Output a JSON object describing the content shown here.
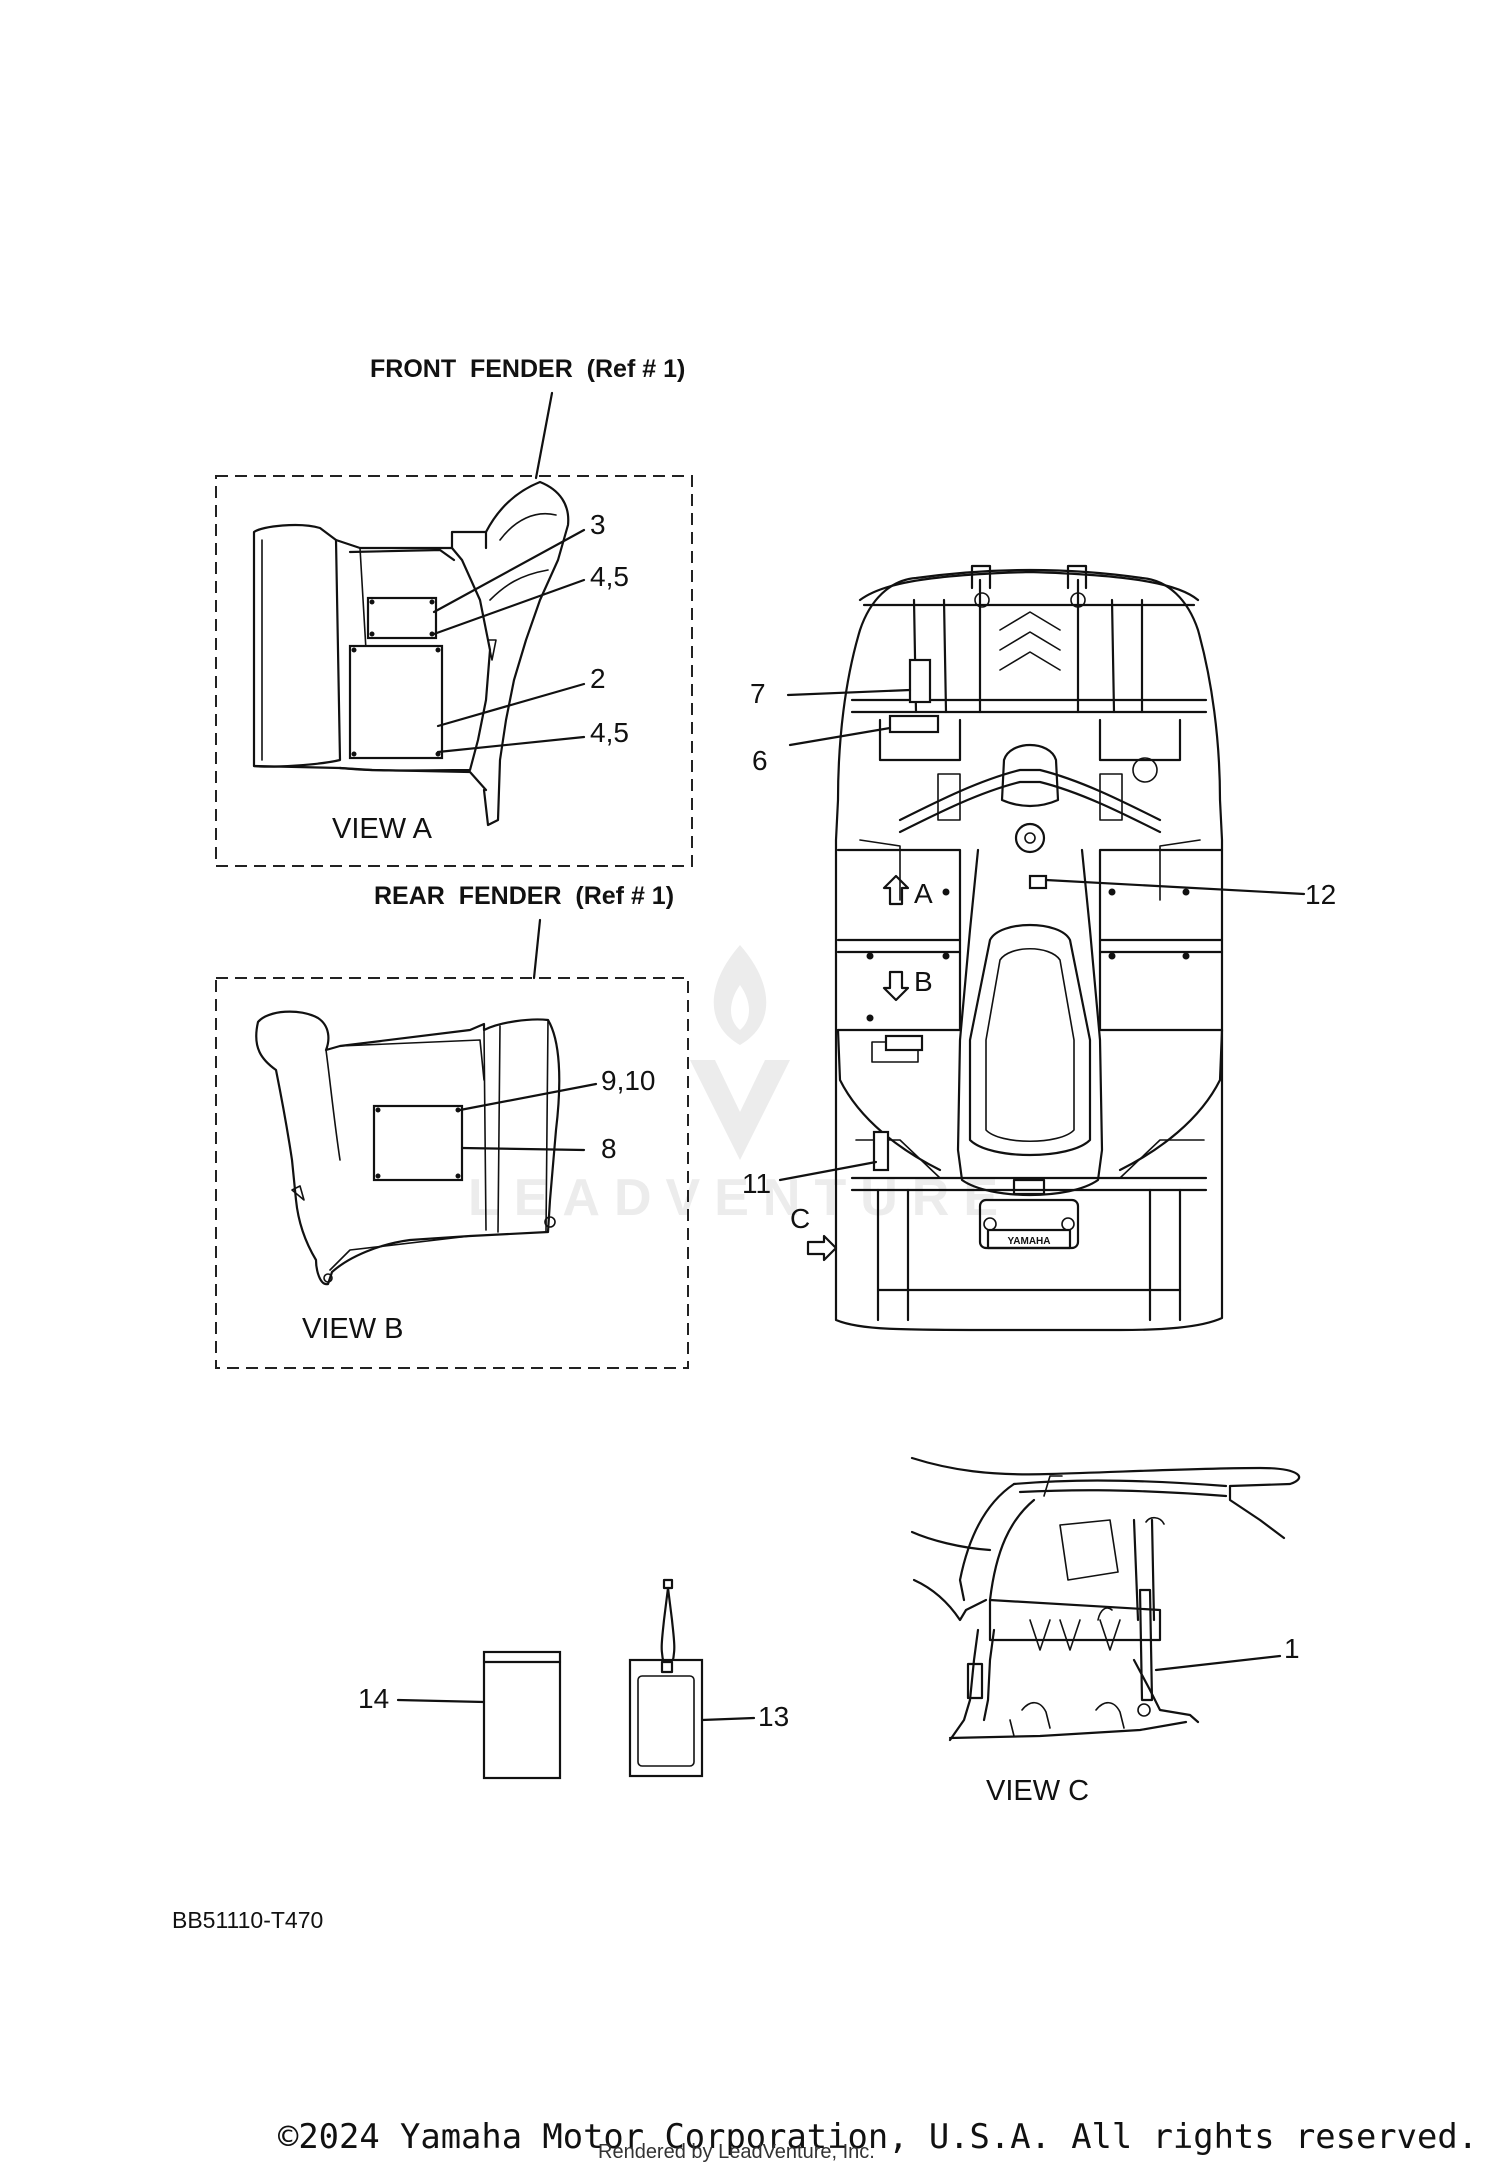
{
  "diagram": {
    "code": "BB51110-T470",
    "headings": {
      "front_fender": "FRONT  FENDER  (Ref # 1)",
      "rear_fender": "REAR  FENDER  (Ref # 1)"
    },
    "views": {
      "a": "VIEW A",
      "b": "VIEW B",
      "c": "VIEW C"
    },
    "view_markers": {
      "a": "A",
      "b": "B",
      "c": "C"
    },
    "callouts": {
      "c1": "1",
      "c2": "2",
      "c3": "3",
      "c45_top": "4,5",
      "c45_bottom": "4,5",
      "c6": "6",
      "c7": "7",
      "c8": "8",
      "c910": "9,10",
      "c11": "11",
      "c12": "12",
      "c13": "13",
      "c14": "14"
    },
    "brand_plate": "YAMAHA"
  },
  "watermark": {
    "text": "LEADVENTURE",
    "rendered_by": "Rendered by LeadVenture, Inc."
  },
  "footer": {
    "copyright": "©2024 Yamaha Motor Corporation, U.S.A. All rights reserved."
  },
  "colors": {
    "ink": "#111111",
    "watermark": "#e6e6e6"
  }
}
